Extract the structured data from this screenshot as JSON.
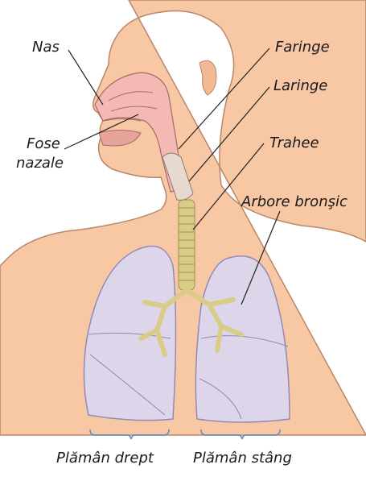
{
  "labels": {
    "nas": "Nas",
    "fose_line1": "Fose",
    "fose_line2": "nazale",
    "faringe": "Faringe",
    "laringe": "Laringe",
    "trahee": "Trahee",
    "arbore": "Arbore bronşic",
    "plaman_drept": "Plămân drept",
    "plaman_stang": "Plămân stâng"
  },
  "colors": {
    "skin": "#f8c7a4",
    "skin_outline": "#b8876a",
    "lung_fill": "#dcd6ee",
    "lung_shade": "#c9c1e3",
    "lung_outline": "#8f86b8",
    "trachea": "#d9cc88",
    "nasal_cavity": "#f4b9b4",
    "bracket": "#5a8ac6"
  }
}
